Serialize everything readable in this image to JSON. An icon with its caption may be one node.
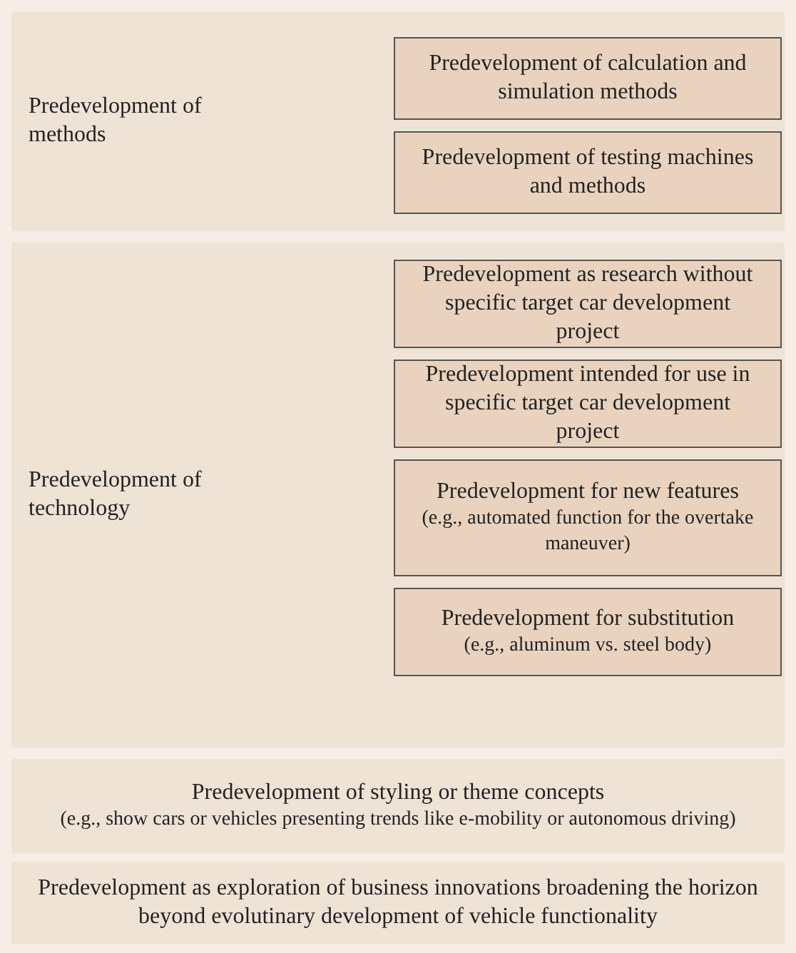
{
  "diagram": {
    "nodes": [
      {
        "text": [
          "Predevelopment of methods"
        ]
      },
      {
        "text": [
          "Predevelopment of calculation and simulation methods"
        ],
        "in": 0
      },
      {
        "text": [
          "Predevelopment of testing machines and methods"
        ],
        "in": 0
      },
      {
        "text": [
          "Predevelopment of technology"
        ]
      },
      {
        "text": [
          "Predevelopment as research without specific target car development project"
        ],
        "in": 3
      },
      {
        "text": [
          "Predevelopment intended for use in specific target car development project"
        ],
        "in": 3
      },
      {
        "text": [
          "Predevelopment for new features",
          "(e.g., automated function for the overtake maneuver)"
        ],
        "in": 3
      },
      {
        "text": [
          "Predevelopment for substitution",
          "(e.g., aluminum vs. steel body)"
        ],
        "in": 3
      },
      {
        "text": [
          "Predevelopment of styling or theme concepts",
          "(e.g., show cars or vehicles presenting trends like e-mobility or autonomous driving)"
        ]
      },
      {
        "text": [
          "Predevelopment as exploration of business innovations broadening the horizon beyond evolutinary development of vehicle functionality"
        ]
      }
    ]
  }
}
